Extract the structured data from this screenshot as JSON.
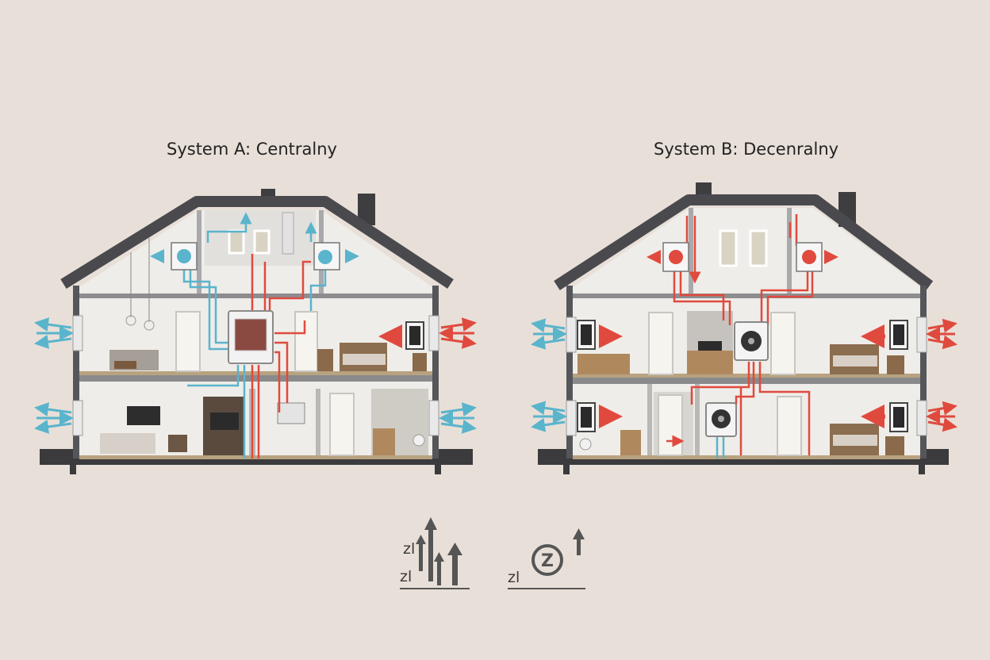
{
  "diagram": {
    "system_a": {
      "title": "System A: Centralny"
    },
    "system_b": {
      "title": "System B: Decenralny"
    },
    "cost": {
      "a": {
        "label_top": "zl",
        "label_bottom": "zl"
      },
      "b": {
        "label": "zl",
        "coin": "Z"
      }
    }
  },
  "colors": {
    "background": "#e8e0d8",
    "roof": "#4a4a4e",
    "wall": "#55565a",
    "supply_air": "#e04a3e",
    "extract_air": "#5ab4cc",
    "interior": "#efede9"
  }
}
